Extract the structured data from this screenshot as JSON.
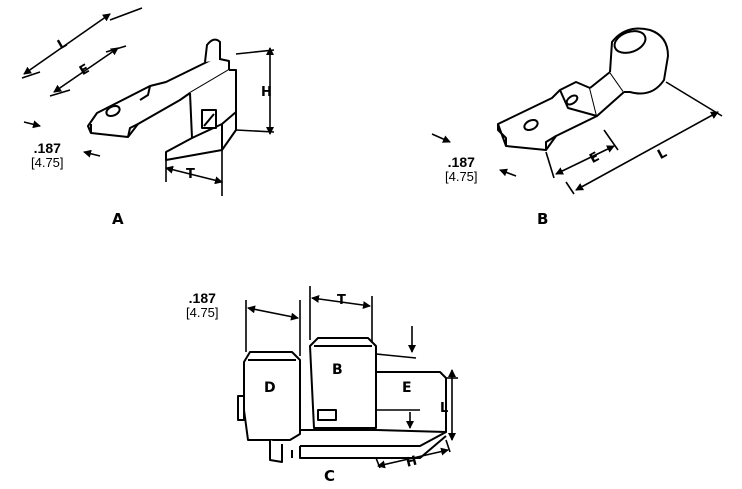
{
  "figures": [
    {
      "id": "A",
      "label": "A",
      "thickness_in": ".187",
      "thickness_mm": "[4.75]",
      "dims": [
        "L",
        "E",
        "H",
        "T"
      ]
    },
    {
      "id": "B",
      "label": "B",
      "thickness_in": ".187",
      "thickness_mm": "[4.75]",
      "dims": [
        "L",
        "E"
      ]
    },
    {
      "id": "C",
      "label": "C",
      "thickness_in": ".187",
      "thickness_mm": "[4.75]",
      "dims": [
        "T",
        "E",
        "L",
        "H"
      ]
    }
  ],
  "colors": {
    "line": "#000000",
    "background": "#ffffff"
  }
}
